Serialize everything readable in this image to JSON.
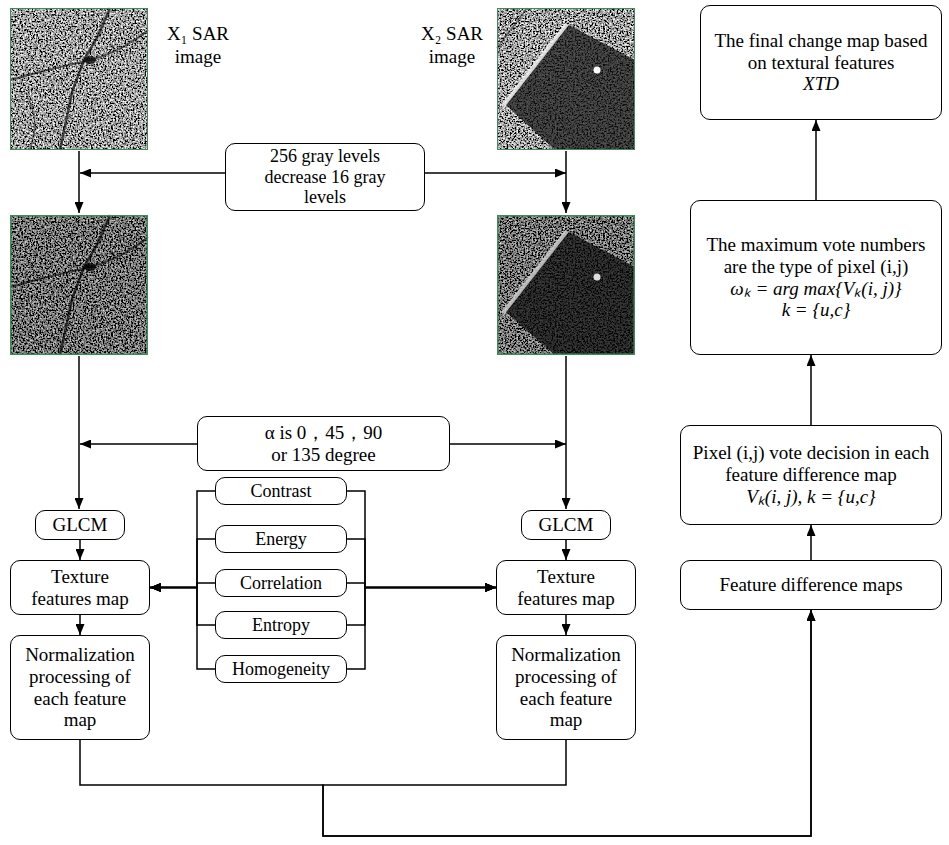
{
  "diagram": {
    "nodes": [
      {
        "text": [
          "X₁ SAR image"
        ]
      },
      {
        "text": [
          "X₂ SAR image"
        ]
      },
      {
        "text": [
          "256 gray levels decrease 16 gray levels"
        ]
      },
      {
        "text": [
          "α is 0，45，90 or 135 degree"
        ]
      },
      {
        "text": [
          "GLCM"
        ]
      },
      {
        "text": [
          "GLCM"
        ]
      },
      {
        "text": [
          "Contrast"
        ]
      },
      {
        "text": [
          "Energy"
        ]
      },
      {
        "text": [
          "Correlation"
        ]
      },
      {
        "text": [
          "Entropy"
        ]
      },
      {
        "text": [
          "Homogeneity"
        ]
      },
      {
        "text": [
          "Texture features map"
        ]
      },
      {
        "text": [
          "Texture features map"
        ]
      },
      {
        "text": [
          "Normalization processing of each feature map"
        ]
      },
      {
        "text": [
          "Normalization processing of each feature map"
        ]
      },
      {
        "text": [
          "The final change map based on textural features",
          "XTD"
        ]
      },
      {
        "text": [
          "The maximum vote numbers are the type of pixel (i,j)",
          "ωₖ = arg max{Vₖ(i, j)}",
          "k = {u,c}"
        ]
      },
      {
        "text": [
          "Pixel (i,j) vote decision in each feature difference map",
          "Vₖ(i, j), k = {u,c}"
        ]
      },
      {
        "text": [
          "Feature difference maps"
        ]
      }
    ],
    "edges": [
      {
        "from": 4,
        "to": 11,
        "arrow": "to"
      },
      {
        "from": 5,
        "to": 12,
        "arrow": "to"
      },
      {
        "from": 11,
        "to": 13,
        "arrow": "to"
      },
      {
        "from": 12,
        "to": 14,
        "arrow": "to"
      },
      {
        "from": 6,
        "to": 11,
        "arrow": "to"
      },
      {
        "from": 7,
        "to": 11,
        "arrow": "to"
      },
      {
        "from": 8,
        "to": 11,
        "arrow": "to"
      },
      {
        "from": 9,
        "to": 11,
        "arrow": "to"
      },
      {
        "from": 10,
        "to": 11,
        "arrow": "to"
      },
      {
        "from": 6,
        "to": 12,
        "arrow": "to"
      },
      {
        "from": 7,
        "to": 12,
        "arrow": "to"
      },
      {
        "from": 8,
        "to": 12,
        "arrow": "to"
      },
      {
        "from": 9,
        "to": 12,
        "arrow": "to"
      },
      {
        "from": 10,
        "to": 12,
        "arrow": "to"
      },
      {
        "from": 13,
        "to": 18,
        "arrow": "to"
      },
      {
        "from": 14,
        "to": 18,
        "arrow": "to"
      },
      {
        "from": 18,
        "to": 17,
        "arrow": "to"
      },
      {
        "from": 17,
        "to": 16,
        "arrow": "to"
      },
      {
        "from": 16,
        "to": 15,
        "arrow": "to"
      }
    ]
  }
}
